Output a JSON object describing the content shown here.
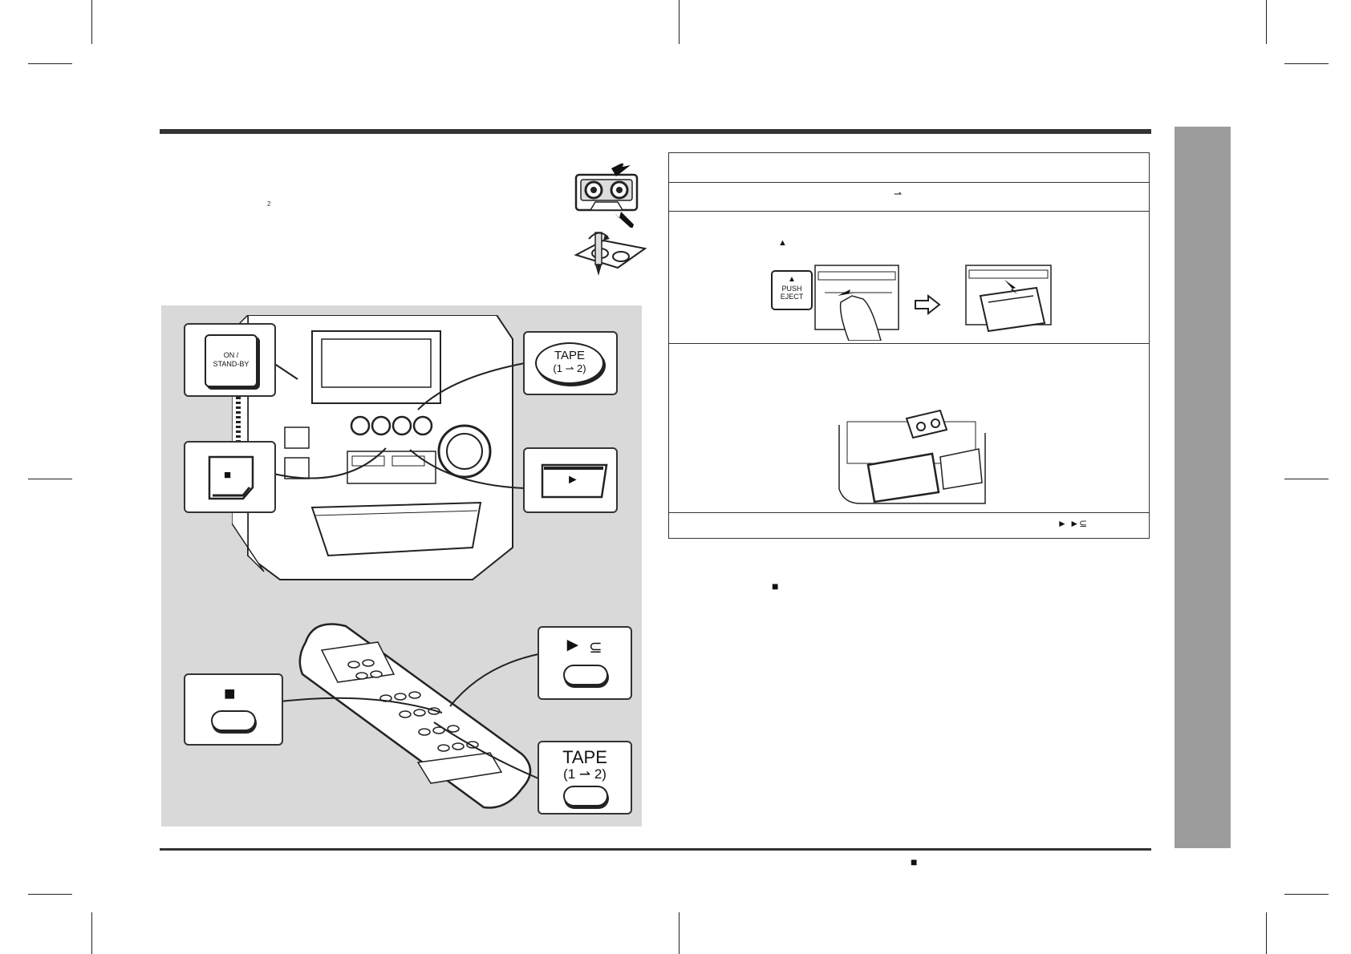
{
  "header_rule": true,
  "cassette_illustrations": {
    "note_mark": "2"
  },
  "procedure_table": {
    "row2_symbol": "⇀",
    "row3_symbol": "▲",
    "push_eject_button": {
      "line1": "PUSH",
      "line2": "EJECT"
    },
    "row5_symbols": "►  ►⊆"
  },
  "after_table_symbol": "■",
  "footer_symbol": "■",
  "main_unit_callouts": {
    "power_button": {
      "line1": "ON /",
      "line2": "STAND-BY"
    },
    "tape_button": {
      "line1": "TAPE",
      "line2": "(1 ⇀ 2)"
    },
    "stop_button_symbol": "■",
    "play_button_symbol": "►"
  },
  "remote_callouts": {
    "stop_symbol": "■",
    "play_symbol": "►",
    "repeat_symbol": "⊆",
    "tape_button": {
      "line1": "TAPE",
      "line2": "(1 ⇀ 2)"
    }
  }
}
